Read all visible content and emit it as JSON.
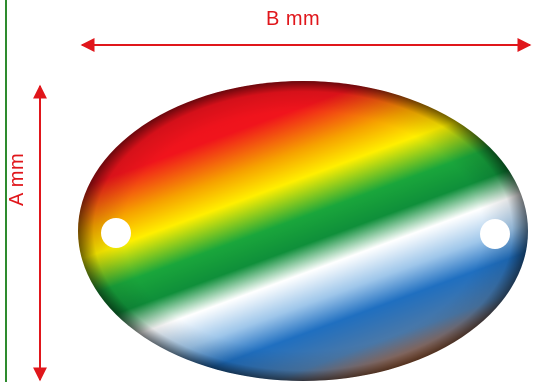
{
  "dimensions": {
    "width_label": "B mm",
    "height_label": "A mm"
  },
  "plate": {
    "shape": "oval",
    "hole_count": 2,
    "gradient_colors": [
      "#e8101c",
      "#f2a100",
      "#ffee00",
      "#17a53a",
      "#ffffff",
      "#1f6fc0",
      "#b8683d"
    ]
  },
  "colors": {
    "dimension_lines": "#e0161b",
    "border": "#2e8b2e",
    "holes": "#ffffff"
  }
}
